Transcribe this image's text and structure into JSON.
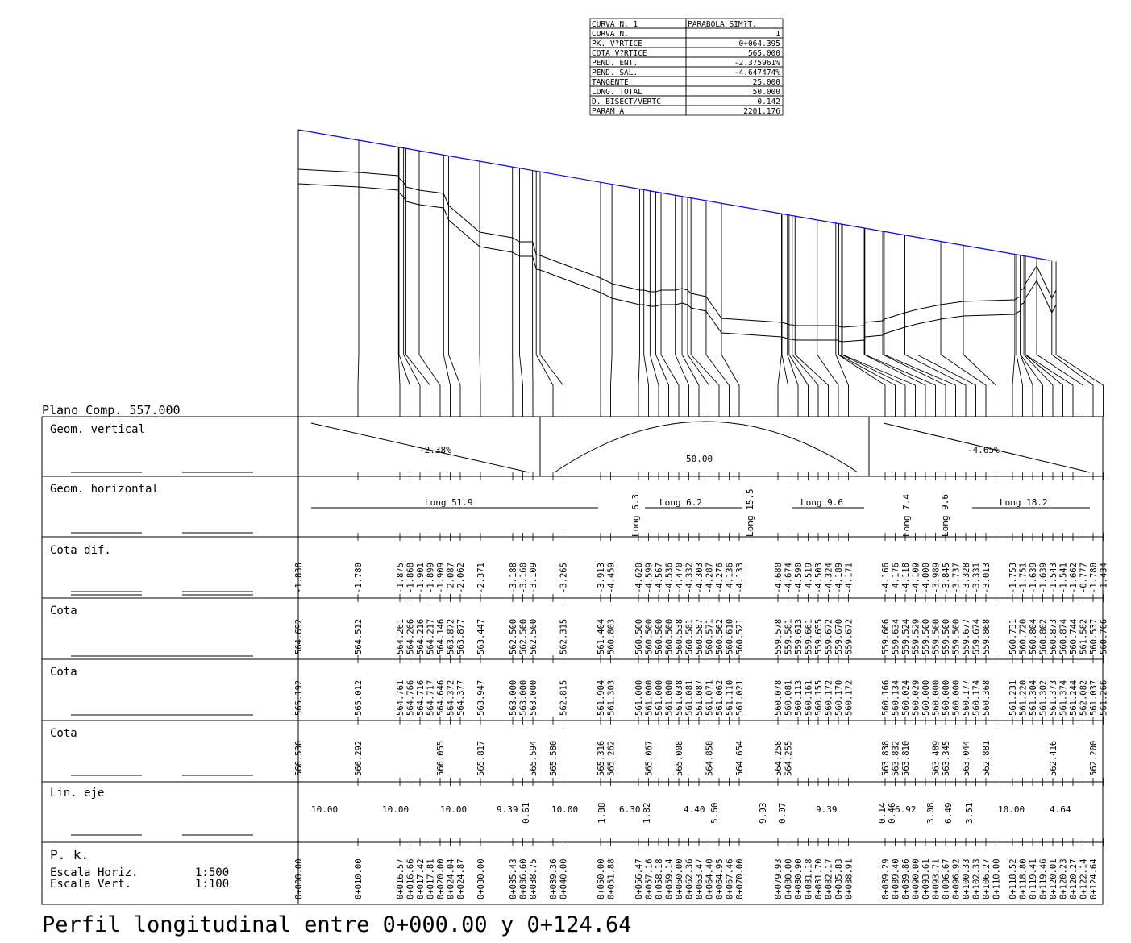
{
  "info_table": [
    [
      "CURVA N.  1",
      "PARABOLA SIM?T."
    ],
    [
      "CURVA N.",
      "1"
    ],
    [
      "PK. V?RTICE",
      "0+064.395"
    ],
    [
      "COTA V?RTICE",
      "565.000"
    ],
    [
      "PEND. ENT.",
      "-2.375961%"
    ],
    [
      "PEND. SAL.",
      "-4.647474%"
    ],
    [
      "TANGENTE",
      "25.000"
    ],
    [
      "LONG. TOTAL",
      "50.000"
    ],
    [
      "D. BISECT/VERTC",
      "0.142"
    ],
    [
      "PARAM A",
      "2201.176"
    ]
  ],
  "plano_comp": "Plano Comp. 557.000",
  "bands": {
    "geom_vertical": "Geom. vertical",
    "geom_horizontal": "Geom. horizontal",
    "cota_dif": "Cota dif.",
    "cota1": "Cota",
    "cota2": "Cota",
    "cota3": "Cota",
    "lin_eje": "Lin. eje",
    "pk": "P. k.",
    "escala_horiz_label": "Escala Horiz.",
    "escala_horiz_value": "1:500",
    "escala_vert_label": "Escala Vert.",
    "escala_vert_value": "1:100"
  },
  "vertical_geometry": {
    "slope_in": "-2.38%",
    "curve_length": "50.00",
    "slope_out": "-4.65%"
  },
  "horizontal_geometry": [
    {
      "text": "Long 51.9",
      "vertical": false
    },
    {
      "text": "Long 6.3",
      "vertical": true
    },
    {
      "text": "Long 6.2",
      "vertical": false
    },
    {
      "text": "Long 15.5",
      "vertical": true
    },
    {
      "text": "Long 9.6",
      "vertical": false
    },
    {
      "text": "Long 7.4",
      "vertical": true
    },
    {
      "text": "Long 9.6",
      "vertical": true
    },
    {
      "text": "Long 18.2",
      "vertical": false
    }
  ],
  "stations": [
    {
      "pk": "0+000.00",
      "dif": "-1.838",
      "c1": "564.692",
      "c2": "565.192",
      "c3": "566.530"
    },
    {
      "pk": "0+010.00",
      "dif": "-1.780",
      "c1": "564.512",
      "c2": "565.012",
      "c3": "566.292"
    },
    {
      "pk": "0+016.57",
      "dif": "-1.875",
      "c1": "564.261",
      "c2": "564.761",
      "c3": ""
    },
    {
      "pk": "0+016.66",
      "dif": "-1.868",
      "c1": "564.266",
      "c2": "564.766",
      "c3": ""
    },
    {
      "pk": "0+017.42",
      "dif": "-1.901",
      "c1": "564.216",
      "c2": "564.716",
      "c3": ""
    },
    {
      "pk": "0+017.81",
      "dif": "-1.899",
      "c1": "564.217",
      "c2": "564.717",
      "c3": ""
    },
    {
      "pk": "0+020.00",
      "dif": "-1.909",
      "c1": "564.146",
      "c2": "564.646",
      "c3": "566.055"
    },
    {
      "pk": "0+024.04",
      "dif": "-2.087",
      "c1": "563.872",
      "c2": "564.372",
      "c3": ""
    },
    {
      "pk": "0+024.87",
      "dif": "-2.062",
      "c1": "563.877",
      "c2": "564.377",
      "c3": ""
    },
    {
      "pk": "0+030.00",
      "dif": "-2.371",
      "c1": "563.447",
      "c2": "563.947",
      "c3": "565.817"
    },
    {
      "pk": "0+035.43",
      "dif": "-3.188",
      "c1": "562.500",
      "c2": "563.000",
      "c3": ""
    },
    {
      "pk": "0+036.60",
      "dif": "-3.160",
      "c1": "562.500",
      "c2": "563.000",
      "c3": ""
    },
    {
      "pk": "0+038.75",
      "dif": "-3.109",
      "c1": "562.500",
      "c2": "563.000",
      "c3": "565.594"
    },
    {
      "pk": "0+039.36",
      "dif": "",
      "c1": "",
      "c2": "",
      "c3": "565.580"
    },
    {
      "pk": "0+040.00",
      "dif": "-3.265",
      "c1": "562.315",
      "c2": "562.815",
      "c3": ""
    },
    {
      "pk": "0+050.00",
      "dif": "-3.913",
      "c1": "561.404",
      "c2": "561.904",
      "c3": "565.316"
    },
    {
      "pk": "0+051.88",
      "dif": "-4.459",
      "c1": "560.803",
      "c2": "561.303",
      "c3": "565.262"
    },
    {
      "pk": "0+056.47",
      "dif": "-4.620",
      "c1": "560.500",
      "c2": "561.000",
      "c3": ""
    },
    {
      "pk": "0+057.16",
      "dif": "-4.599",
      "c1": "560.500",
      "c2": "561.000",
      "c3": "565.067"
    },
    {
      "pk": "0+058.18",
      "dif": "-4.567",
      "c1": "560.500",
      "c2": "561.000",
      "c3": ""
    },
    {
      "pk": "0+059.14",
      "dif": "-4.536",
      "c1": "560.500",
      "c2": "561.000",
      "c3": ""
    },
    {
      "pk": "0+060.00",
      "dif": "-4.470",
      "c1": "560.538",
      "c2": "561.038",
      "c3": "565.008"
    },
    {
      "pk": "0+062.36",
      "dif": "-4.332",
      "c1": "560.581",
      "c2": "561.081",
      "c3": ""
    },
    {
      "pk": "0+063.47",
      "dif": "-4.303",
      "c1": "560.587",
      "c2": "561.087",
      "c3": ""
    },
    {
      "pk": "0+064.40",
      "dif": "-4.287",
      "c1": "560.571",
      "c2": "561.071",
      "c3": "564.858"
    },
    {
      "pk": "0+064.95",
      "dif": "-4.276",
      "c1": "560.562",
      "c2": "561.062",
      "c3": ""
    },
    {
      "pk": "0+067.46",
      "dif": "-4.136",
      "c1": "560.610",
      "c2": "561.110",
      "c3": ""
    },
    {
      "pk": "0+070.00",
      "dif": "-4.133",
      "c1": "560.521",
      "c2": "561.021",
      "c3": "564.654"
    },
    {
      "pk": "0+079.93",
      "dif": "-4.680",
      "c1": "559.578",
      "c2": "560.078",
      "c3": "564.258"
    },
    {
      "pk": "0+080.00",
      "dif": "-4.674",
      "c1": "559.581",
      "c2": "560.081",
      "c3": "564.255"
    },
    {
      "pk": "0+080.90",
      "dif": "-4.590",
      "c1": "559.613",
      "c2": "560.113",
      "c3": ""
    },
    {
      "pk": "0+081.18",
      "dif": "-4.519",
      "c1": "559.661",
      "c2": "560.161",
      "c3": ""
    },
    {
      "pk": "0+081.70",
      "dif": "-4.503",
      "c1": "559.655",
      "c2": "560.155",
      "c3": ""
    },
    {
      "pk": "0+082.17",
      "dif": "-4.324",
      "c1": "559.672",
      "c2": "560.172",
      "c3": ""
    },
    {
      "pk": "0+085.83",
      "dif": "-4.189",
      "c1": "559.670",
      "c2": "560.170",
      "c3": ""
    },
    {
      "pk": "0+088.91",
      "dif": "-4.171",
      "c1": "559.672",
      "c2": "560.172",
      "c3": ""
    },
    {
      "pk": "0+089.29",
      "dif": "-4.166",
      "c1": "559.666",
      "c2": "560.166",
      "c3": "563.838"
    },
    {
      "pk": "0+089.40",
      "dif": "-4.176",
      "c1": "559.634",
      "c2": "560.134",
      "c3": "563.832"
    },
    {
      "pk": "0+089.86",
      "dif": "-4.118",
      "c1": "559.524",
      "c2": "560.024",
      "c3": "563.810"
    },
    {
      "pk": "0+090.00",
      "dif": "-4.109",
      "c1": "559.529",
      "c2": "560.029",
      "c3": ""
    },
    {
      "pk": "0+093.61",
      "dif": "-4.000",
      "c1": "559.500",
      "c2": "560.000",
      "c3": ""
    },
    {
      "pk": "0+093.71",
      "dif": "-3.989",
      "c1": "559.500",
      "c2": "560.000",
      "c3": "563.489"
    },
    {
      "pk": "0+096.67",
      "dif": "-3.845",
      "c1": "559.500",
      "c2": "560.000",
      "c3": "563.345"
    },
    {
      "pk": "0+096.92",
      "dif": "-3.737",
      "c1": "559.500",
      "c2": "560.000",
      "c3": ""
    },
    {
      "pk": "0+100.33",
      "dif": "-3.328",
      "c1": "559.677",
      "c2": "560.177",
      "c3": "563.044"
    },
    {
      "pk": "0+102.33",
      "dif": "-3.331",
      "c1": "559.674",
      "c2": "560.174",
      "c3": ""
    },
    {
      "pk": "0+106.27",
      "dif": "-3.013",
      "c1": "559.868",
      "c2": "560.368",
      "c3": "562.881"
    },
    {
      "pk": "0+110.00",
      "dif": "",
      "c1": "",
      "c2": "",
      "c3": ""
    },
    {
      "pk": "0+118.52",
      "dif": "-1.753",
      "c1": "560.731",
      "c2": "561.231",
      "c3": ""
    },
    {
      "pk": "0+118.80",
      "dif": "-1.751",
      "c1": "560.720",
      "c2": "561.220",
      "c3": ""
    },
    {
      "pk": "0+119.41",
      "dif": "-1.639",
      "c1": "560.804",
      "c2": "561.304",
      "c3": ""
    },
    {
      "pk": "0+119.46",
      "dif": "-1.639",
      "c1": "560.802",
      "c2": "561.302",
      "c3": ""
    },
    {
      "pk": "0+120.01",
      "dif": "-1.543",
      "c1": "560.873",
      "c2": "561.373",
      "c3": "562.416"
    },
    {
      "pk": "0+120.23",
      "dif": "-1.541",
      "c1": "560.874",
      "c2": "561.374",
      "c3": ""
    },
    {
      "pk": "0+120.27",
      "dif": "-1.662",
      "c1": "560.744",
      "c2": "561.244",
      "c3": ""
    },
    {
      "pk": "0+122.14",
      "dif": "-0.777",
      "c1": "561.582",
      "c2": "562.082",
      "c3": ""
    },
    {
      "pk": "0+124.64",
      "dif": "-1.780",
      "c1": "560.537",
      "c2": "561.037",
      "c3": "562.200"
    },
    {
      "pk": "",
      "dif": "-1.434",
      "c1": "560.766",
      "c2": "561.266",
      "c3": ""
    }
  ],
  "lin_eje_values": [
    "10.00",
    "10.00",
    "10.00",
    "9.39",
    "0.61",
    "10.00",
    "1.88",
    "6.30",
    "1.82",
    "4.40",
    "5.60",
    "9.93",
    "0.07",
    "9.39",
    "0.14",
    "0.46",
    "6.92",
    "3.08",
    "6.49",
    "3.51",
    "10.00",
    "4.64"
  ],
  "footer_title": "Perfil longitudinal entre 0+000.00 y 0+124.64"
}
